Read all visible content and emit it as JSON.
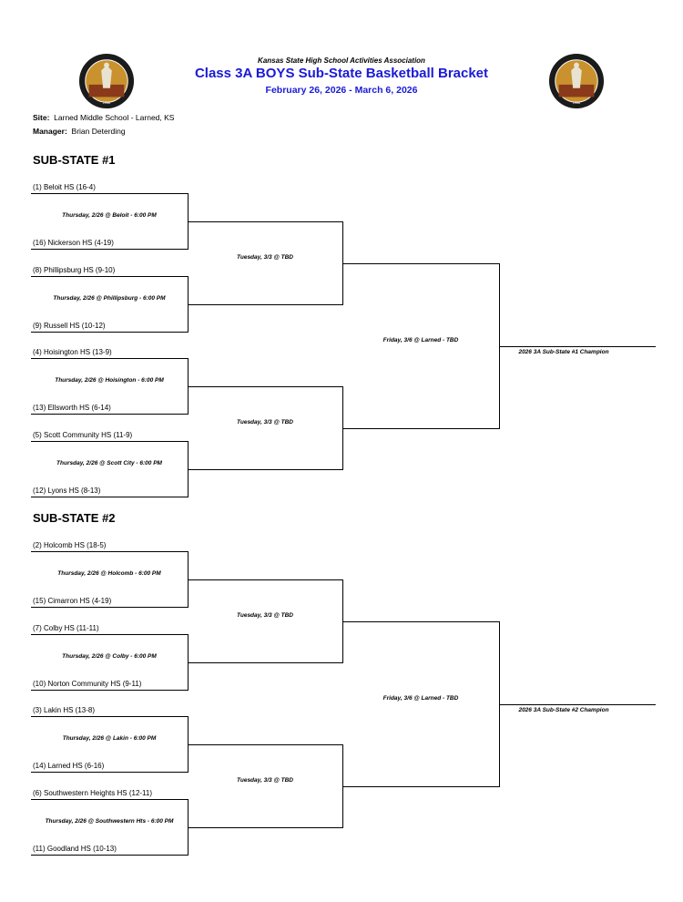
{
  "header": {
    "org": "Kansas State High School Activities Association",
    "title": "Class 3A BOYS Sub-State Basketball Bracket",
    "dates": "February 26, 2026 - March 6, 2026",
    "logo_text": "KANSAS STATE HIGH SCHOOL ACTIVITIES ASSOCIATION",
    "logo_year": "1956"
  },
  "site": {
    "label": "Site:",
    "value": "Larned Middle School - Larned, KS"
  },
  "manager": {
    "label": "Manager:",
    "value": "Brian Deterding"
  },
  "substates": [
    {
      "title": "SUB-STATE #1",
      "teams": [
        "(1) Beloit HS (16-4)",
        "(16) Nickerson HS (4-19)",
        "(8) Phillipsburg HS (9-10)",
        "(9) Russell HS (10-12)",
        "(4) Hoisington HS (13-9)",
        "(13) Ellsworth HS (6-14)",
        "(5) Scott Community HS (11-9)",
        "(12) Lyons HS (8-13)"
      ],
      "first_round": [
        "Thursday, 2/26 @ Beloit - 6:00 PM",
        "Thursday, 2/26 @ Phillipsburg - 6:00 PM",
        "Thursday, 2/26 @ Hoisington - 6:00 PM",
        "Thursday, 2/26 @ Scott City - 6:00 PM"
      ],
      "semis": [
        "Tuesday, 3/3 @ TBD",
        "Tuesday, 3/3 @ TBD"
      ],
      "final": "Friday, 3/6 @ Larned - TBD",
      "champion": "2026 3A Sub-State #1 Champion"
    },
    {
      "title": "SUB-STATE #2",
      "teams": [
        "(2) Holcomb HS (18-5)",
        "(15) Cimarron HS (4-19)",
        "(7) Colby HS (11-11)",
        "(10) Norton Community HS (9-11)",
        "(3) Lakin HS (13-8)",
        "(14) Larned HS (6-16)",
        "(6) Southwestern Heights HS (12-11)",
        "(11) Goodland HS (10-13)"
      ],
      "first_round": [
        "Thursday, 2/26 @ Holcomb - 6:00 PM",
        "Thursday, 2/26 @ Colby - 6:00 PM",
        "Thursday, 2/26 @ Lakin - 6:00 PM",
        "Thursday, 2/26 @ Southwestern Hts - 6:00 PM"
      ],
      "semis": [
        "Tuesday, 3/3 @ TBD",
        "Tuesday, 3/3 @ TBD"
      ],
      "final": "Friday, 3/6 @ Larned - TBD",
      "champion": "2026 3A Sub-State #2 Champion"
    }
  ]
}
